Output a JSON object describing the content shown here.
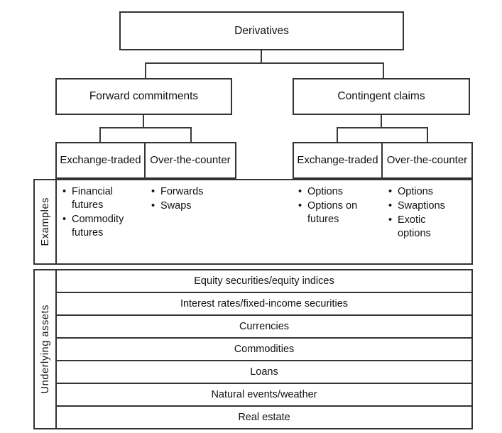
{
  "diagram": {
    "root_label": "Derivatives",
    "level2": {
      "forward_label": "Forward commitments",
      "contingent_label": "Contingent claims"
    },
    "level3": {
      "forward_exchange_label": "Exchange-traded",
      "forward_otc_label": "Over-the-counter",
      "contingent_exchange_label": "Exchange-traded",
      "contingent_otc_label": "Over-the-counter"
    }
  },
  "examples": {
    "label": "Examples",
    "columns": [
      {
        "items": [
          "Financial futures",
          "Commodity futures"
        ]
      },
      {
        "items": [
          "Forwards",
          "Swaps"
        ]
      },
      {
        "items": [
          "Options",
          "Options on futures"
        ]
      },
      {
        "items": [
          "Options",
          "Swaptions",
          "Exotic options"
        ]
      }
    ]
  },
  "underlying": {
    "label": "Underlying assets",
    "rows": [
      "Equity securities/equity indices",
      "Interest rates/fixed-income securities",
      "Currencies",
      "Commodities",
      "Loans",
      "Natural events/weather",
      "Real estate"
    ]
  },
  "colors": {
    "border": "#333333",
    "text": "#111111",
    "background": "#ffffff"
  }
}
